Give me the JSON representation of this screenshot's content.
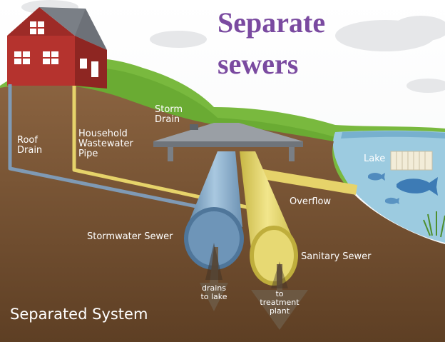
{
  "title": {
    "line1": "Separate",
    "line2": "sewers"
  },
  "labels": {
    "roof_drain": [
      "Roof",
      "Drain"
    ],
    "household_pipe": [
      "Household",
      "Wastewater",
      "Pipe"
    ],
    "storm_drain": [
      "Storm",
      "Drain"
    ],
    "lake": "Lake",
    "overflow": "Overflow",
    "stormwater_sewer": "Stormwater Sewer",
    "sanitary_sewer": "Sanitary Sewer",
    "drains_to_lake": [
      "drains",
      "to lake"
    ],
    "to_treatment_plant": [
      "to",
      "treatment",
      "plant"
    ]
  },
  "footer": "Separated System",
  "colors": {
    "house_red": "#b5332e",
    "soil": "#7a5634",
    "grass": "#7cbf3e",
    "lake": "#9fcbe0",
    "title_purple": "#7a4aa0",
    "storm_pipe": "#8fb4d4",
    "sanitary_pipe": "#e8d86a"
  }
}
